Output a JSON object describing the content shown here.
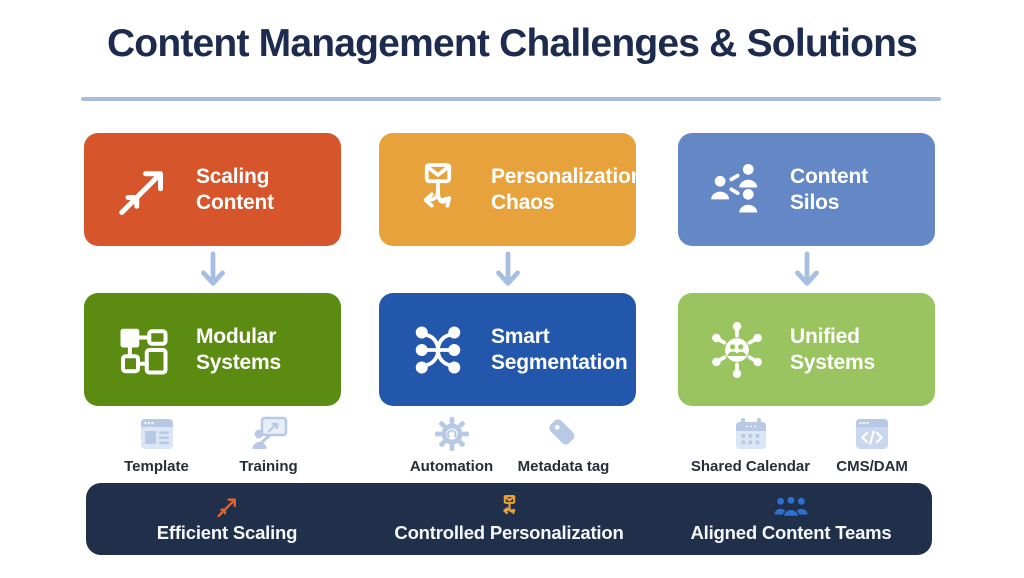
{
  "title": "Content Management Challenges & Solutions",
  "theme": {
    "background": "#ffffff",
    "title_color": "#1d2b4f",
    "divider_color": "#a9bedd",
    "arrow_color": "#a6bee2",
    "bar_color": "#20304a",
    "tool_icon_color": "#b7c9e5",
    "box_text_color": "#ffffff"
  },
  "columns": [
    {
      "challenge": {
        "label": "Scaling\nContent",
        "color": "#d6552b",
        "icon": "scaling-arrows-icon"
      },
      "solution": {
        "label": "Modular\nSystems",
        "color": "#5b8b10",
        "icon": "modular-blocks-icon"
      },
      "tools": [
        {
          "label": "Template",
          "icon": "template-window-icon"
        },
        {
          "label": "Training",
          "icon": "training-presentation-icon"
        }
      ]
    },
    {
      "challenge": {
        "label": "Personalization\nChaos",
        "color": "#e8a23c",
        "icon": "branching-message-icon"
      },
      "solution": {
        "label": "Smart\nSegmentation",
        "color": "#2357ab",
        "icon": "segmentation-network-icon"
      },
      "tools": [
        {
          "label": "Automation",
          "icon": "gear-icon"
        },
        {
          "label": "Metadata tag",
          "icon": "tag-icon"
        }
      ]
    },
    {
      "challenge": {
        "label": "Content\nSilos",
        "color": "#6487c6",
        "icon": "disconnected-people-icon"
      },
      "solution": {
        "label": "Unified\nSystems",
        "color": "#9ac45f",
        "icon": "unified-hub-icon"
      },
      "tools": [
        {
          "label": "Shared Calendar",
          "icon": "calendar-icon"
        },
        {
          "label": "CMS/DAM",
          "icon": "code-window-icon"
        }
      ]
    }
  ],
  "outcomes": [
    {
      "label": "Efficient Scaling",
      "icon": "scaling-arrows-icon",
      "icon_color": "#e0622e"
    },
    {
      "label": "Controlled Personalization",
      "icon": "branching-message-icon",
      "icon_color": "#e8a23c"
    },
    {
      "label": "Aligned Content Teams",
      "icon": "team-group-icon",
      "icon_color": "#2e6fd4"
    }
  ]
}
